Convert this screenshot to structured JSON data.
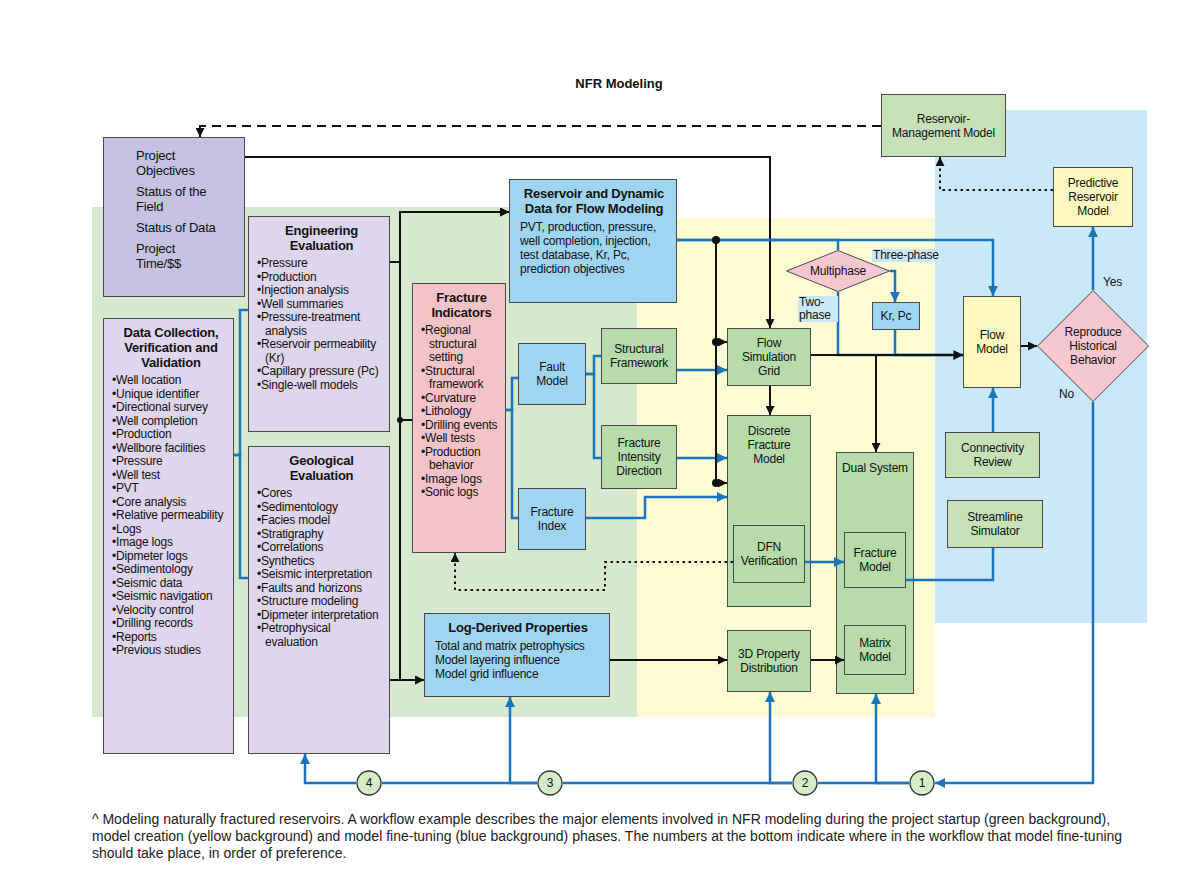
{
  "diagram": {
    "title": "NFR Modeling",
    "caption": "^ Modeling naturally fractured reservoirs. A workflow example describes the major elements involved in NFR modeling during the project startup (green background), model creation (yellow background) and model fine-tuning (blue background) phases. The numbers at the bottom indicate where in the workflow that model fine-tuning should take place, in order of preference.",
    "nodes": [
      {
        "text": [
          "Project Objectives",
          "Status of the Field",
          "Status of Data",
          "Project Time/$$"
        ]
      },
      {
        "text": [
          "Data Collection, Verification and Validation",
          "•Well location",
          "•Unique identifier",
          "•Directional survey",
          "•Well completion",
          "•Production",
          "•Wellbore facilities",
          "•Pressure",
          "•Well test",
          "•PVT",
          "•Core analysis",
          "•Relative permeability",
          "•Logs",
          "•Image logs",
          "•Dipmeter logs",
          "•Sedimentology",
          "•Seismic data",
          "•Seismic navigation",
          "•Velocity control",
          "•Drilling records",
          "•Reports",
          "•Previous studies"
        ]
      },
      {
        "text": [
          "Engineering Evaluation",
          "•Pressure",
          "•Production",
          "•Injection analysis",
          "•Well summaries",
          "•Pressure-treatment analysis",
          "•Reservoir permeability (Kr)",
          "•Capillary pressure (Pc)",
          "•Single-well models"
        ]
      },
      {
        "text": [
          "Geological Evaluation",
          "•Cores",
          "•Sedimentology",
          "•Facies model",
          "•Stratigraphy",
          "•Correlations",
          "•Synthetics",
          "•Seismic interpretation",
          "•Faults and horizons",
          "•Structure modeling",
          "•Dipmeter interpretation",
          "•Petrophysical evaluation"
        ]
      },
      {
        "text": [
          "Fracture Indicators",
          "•Regional structural setting",
          "•Structural framework",
          "•Curvature",
          "•Lithology",
          "•Drilling events",
          "•Well tests",
          "•Production behavior",
          "•Image logs",
          "•Sonic logs"
        ]
      },
      {
        "text": [
          "Reservoir and Dynamic Data for Flow Modeling",
          "PVT, production, pressure, well completion, injection, test database, Kr, Pc, prediction objectives"
        ]
      },
      {
        "text": [
          "Fault Model"
        ]
      },
      {
        "text": [
          "Fracture Index"
        ]
      },
      {
        "text": [
          "Structural Framework"
        ]
      },
      {
        "text": [
          "Fracture Intensity Direction"
        ]
      },
      {
        "text": [
          "Log-Derived Properties",
          "Total and matrix petrophysics",
          "Model layering influence",
          "Model grid influence"
        ]
      },
      {
        "text": [
          "Reservoir-Management Model"
        ]
      },
      {
        "text": [
          "Predictive Reservoir Model"
        ]
      },
      {
        "text": [
          "Multiphase"
        ]
      },
      {
        "text": [
          "Kr, Pc"
        ]
      },
      {
        "text": [
          "Flow Simulation Grid"
        ]
      },
      {
        "text": [
          "Discrete Fracture Model"
        ]
      },
      {
        "text": [
          "DFN Verification"
        ],
        "in": 16
      },
      {
        "text": [
          "3D Property Distribution"
        ]
      },
      {
        "text": [
          "Dual System"
        ]
      },
      {
        "text": [
          "Fracture Model"
        ],
        "in": 19
      },
      {
        "text": [
          "Matrix Model"
        ],
        "in": 19
      },
      {
        "text": [
          "Flow Model"
        ]
      },
      {
        "text": [
          "Reproduce Historical Behavior"
        ]
      },
      {
        "text": [
          "Connectivity Review"
        ]
      },
      {
        "text": [
          "Streamline Simulator"
        ]
      },
      {
        "text": [
          "1"
        ]
      },
      {
        "text": [
          "2"
        ]
      },
      {
        "text": [
          "3"
        ]
      },
      {
        "text": [
          "4"
        ]
      }
    ],
    "edges": [
      {
        "from": 11,
        "to": 0,
        "arrow": "to"
      },
      {
        "from": 0,
        "to": 15,
        "arrow": "to"
      },
      {
        "from": 12,
        "to": 11,
        "arrow": "to"
      },
      {
        "from": 1,
        "to": 2,
        "arrow": "none"
      },
      {
        "from": 1,
        "to": 3,
        "arrow": "none"
      },
      {
        "from": 2,
        "to": 5,
        "arrow": "to"
      },
      {
        "from": 2,
        "to": 4,
        "arrow": "none"
      },
      {
        "from": 2,
        "to": 10,
        "arrow": "to"
      },
      {
        "from": 3,
        "to": 5,
        "arrow": "to"
      },
      {
        "from": 3,
        "to": 4,
        "arrow": "none"
      },
      {
        "from": 3,
        "to": 10,
        "arrow": "to"
      },
      {
        "from": 4,
        "to": 6,
        "arrow": "none"
      },
      {
        "from": 4,
        "to": 7,
        "arrow": "none"
      },
      {
        "from": 6,
        "to": 8,
        "arrow": "none"
      },
      {
        "from": 6,
        "to": 9,
        "arrow": "none"
      },
      {
        "from": 8,
        "to": 15,
        "arrow": "to"
      },
      {
        "from": 9,
        "to": 16,
        "arrow": "to"
      },
      {
        "from": 7,
        "to": 16,
        "arrow": "to"
      },
      {
        "from": 5,
        "to": 15,
        "arrow": "to"
      },
      {
        "from": 5,
        "to": 16,
        "arrow": "to"
      },
      {
        "from": 5,
        "to": 22,
        "arrow": "to"
      },
      {
        "from": 5,
        "to": 13,
        "arrow": "none"
      },
      {
        "from": 13,
        "to": 22,
        "arrow": "to",
        "label": "Two-phase"
      },
      {
        "from": 13,
        "to": 14,
        "arrow": "to",
        "label": "Three-phase"
      },
      {
        "from": 14,
        "to": 22,
        "arrow": "to"
      },
      {
        "from": 15,
        "to": 22,
        "arrow": "to"
      },
      {
        "from": 15,
        "to": 16,
        "arrow": "to"
      },
      {
        "from": 15,
        "to": 19,
        "arrow": "to"
      },
      {
        "from": 17,
        "to": 20,
        "arrow": "to"
      },
      {
        "from": 17,
        "to": 4,
        "arrow": "to"
      },
      {
        "from": 10,
        "to": 18,
        "arrow": "to"
      },
      {
        "from": 18,
        "to": 21,
        "arrow": "to"
      },
      {
        "from": 20,
        "to": 25,
        "arrow": "none"
      },
      {
        "from": 24,
        "to": 22,
        "arrow": "to"
      },
      {
        "from": 22,
        "to": 23,
        "arrow": "to"
      },
      {
        "from": 23,
        "to": 12,
        "arrow": "to",
        "label": "Yes"
      },
      {
        "from": 23,
        "to": 26,
        "arrow": "to",
        "label": "No"
      },
      {
        "from": 26,
        "to": 19,
        "arrow": "to"
      },
      {
        "from": 26,
        "to": 27,
        "arrow": "none"
      },
      {
        "from": 27,
        "to": 18,
        "arrow": "to"
      },
      {
        "from": 27,
        "to": 28,
        "arrow": "none"
      },
      {
        "from": 28,
        "to": 10,
        "arrow": "to"
      },
      {
        "from": 28,
        "to": 29,
        "arrow": "none"
      },
      {
        "from": 29,
        "to": 3,
        "arrow": "to"
      }
    ]
  }
}
